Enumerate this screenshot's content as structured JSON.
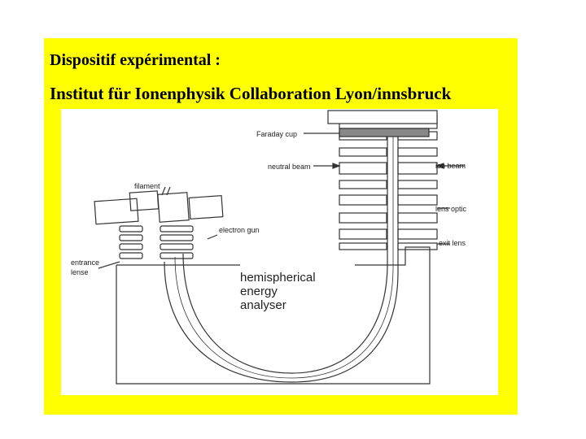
{
  "slide": {
    "title_line1": "Dispositif expérimental :",
    "title_line2": "Institut für Ionenphysik Collaboration Lyon/innsbruck"
  },
  "colors": {
    "background": "#ffffff",
    "panel": "#ffff00",
    "diagram_bg": "#ffffff",
    "line": "#333333"
  },
  "diagram": {
    "labels": {
      "faraday_cup": "Faraday cup",
      "neutral_beam": "neutral beam",
      "ion_beam": "ion beam",
      "filament": "filament",
      "lens_optic": "lens optic",
      "electron_gun": "electron gun",
      "exit_lens": "exit lens",
      "entrance_lense_1": "entrance",
      "entrance_lense_2": "lense",
      "analyser_1": "hemispherical",
      "analyser_2": "energy",
      "analyser_3": "analyser"
    }
  }
}
